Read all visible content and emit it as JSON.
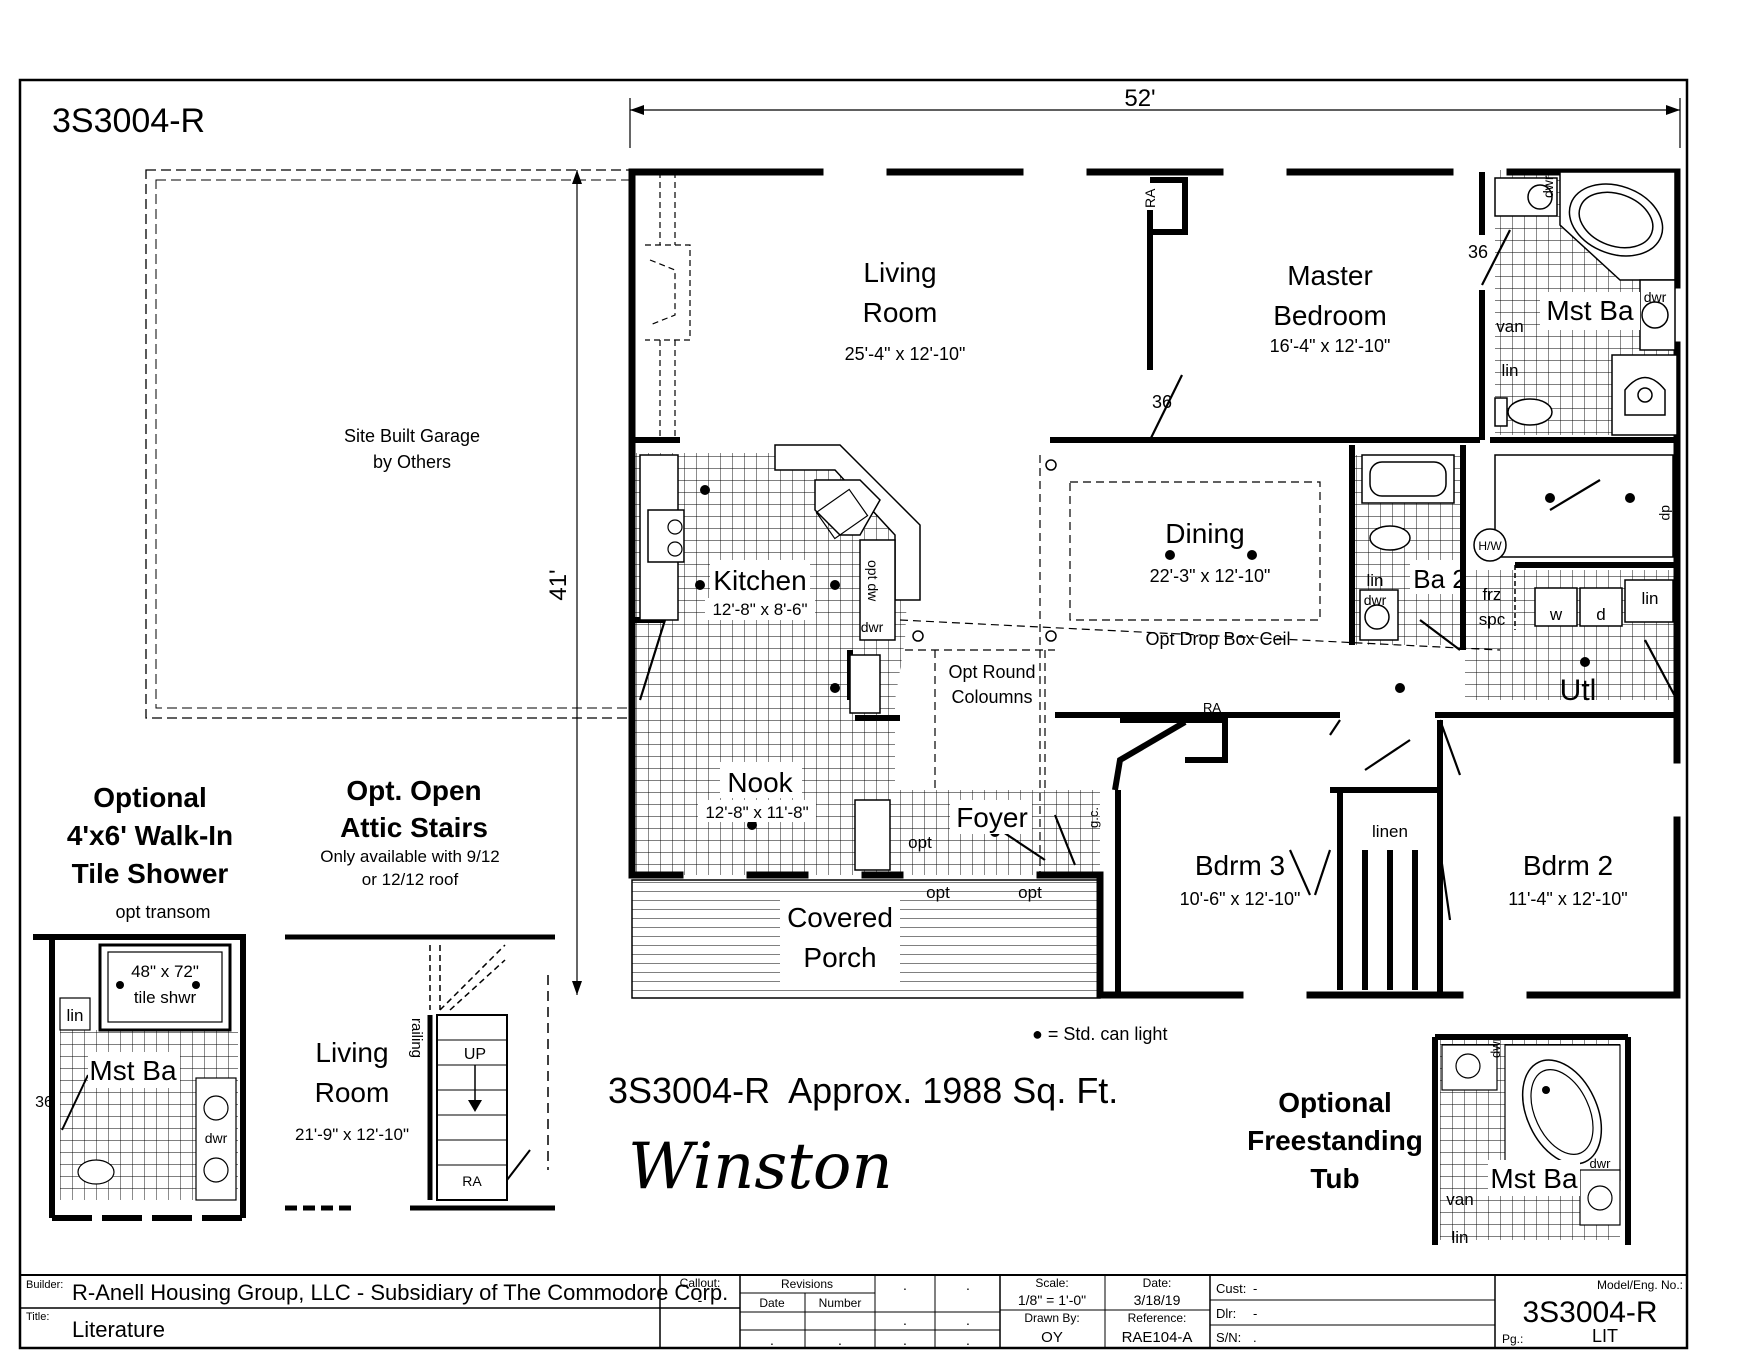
{
  "plan": {
    "model_code": "3S3004-R",
    "overall_width": "52'",
    "overall_depth": "41'",
    "summary": "3S3004-R  Approx. 1988 Sq. Ft.",
    "name": "Winston",
    "legend": "● = Std. can light"
  },
  "rooms": {
    "living": {
      "name_1": "Living",
      "name_2": "Room",
      "size": "25'-4\" x 12'-10\""
    },
    "master_bedroom": {
      "name_1": "Master",
      "name_2": "Bedroom",
      "size": "16'-4\" x 12'-10\""
    },
    "mst_ba": "Mst Ba",
    "kitchen": {
      "name": "Kitchen",
      "size": "12'-8\" x 8'-6\""
    },
    "dining": {
      "name": "Dining",
      "size": "22'-3\" x 12'-10\"",
      "note": "Opt Drop Box Ceil"
    },
    "ba2": "Ba 2",
    "utl": "Utl",
    "nook": {
      "name": "Nook",
      "size": "12'-8\" x 11'-8\""
    },
    "foyer": "Foyer",
    "covered_porch": {
      "name_1": "Covered",
      "name_2": "Porch"
    },
    "bdrm3": {
      "name": "Bdrm 3",
      "size": "10'-6\" x 12'-10\""
    },
    "bdrm2": {
      "name": "Bdrm 2",
      "size": "11'-4\" x 12'-10\""
    },
    "garage": {
      "line_1": "Site Built Garage",
      "line_2": "by Others"
    },
    "opt_columns": {
      "line_1": "Opt Round",
      "line_2": "Coloumns"
    }
  },
  "fixtures": {
    "ra": "RA",
    "door_36": "36",
    "van": "van",
    "lin": "lin",
    "dwr": "dwr",
    "opt_dw": "opt dw",
    "frz": "frz",
    "spc": "spc",
    "w": "w",
    "d": "d",
    "hw": "H/W",
    "linen": "linen",
    "opt": "opt",
    "gc": "g.c.",
    "dp": "dp"
  },
  "insets": {
    "shower": {
      "title_1": "Optional",
      "title_2": "4'x6' Walk-In",
      "title_3": "Tile Shower",
      "transom": "opt transom",
      "size": "48\" x 72\"",
      "label": "tile shwr",
      "room": "Mst Ba"
    },
    "stairs": {
      "title_1": "Opt. Open",
      "title_2": "Attic Stairs",
      "note_1": "Only available with 9/12",
      "note_2": "or 12/12 roof",
      "room_1": "Living",
      "room_2": "Room",
      "size": "21'-9\" x 12'-10\"",
      "railing": "railing",
      "up": "UP"
    },
    "tub": {
      "title_1": "Optional",
      "title_2": "Freestanding",
      "title_3": "Tub"
    }
  },
  "title_block": {
    "builder_label": "Builder:",
    "builder": "R-Anell Housing Group, LLC - Subsidiary of The Commodore Corp.",
    "title_label": "Title:",
    "title": "Literature",
    "callout_label": "Callout:",
    "callout": "-",
    "revisions_label": "Revisions",
    "date_col": "Date",
    "number_col": "Number",
    "dot": ".",
    "scale_label": "Scale:",
    "scale": "1/8\" = 1'-0\"",
    "date_label": "Date:",
    "date": "3/18/19",
    "drawn_label": "Drawn By:",
    "drawn": "OY",
    "reference_label": "Reference:",
    "reference": "RAE104-A",
    "cust_label": "Cust:",
    "cust": "-",
    "dlr_label": "Dlr:",
    "dlr": "-",
    "sn_label": "S/N:",
    "sn": ".",
    "model_label": "Model/Eng. No.:",
    "model": "3S3004-R",
    "pg_label": "Pg.:",
    "pg": "LIT"
  }
}
